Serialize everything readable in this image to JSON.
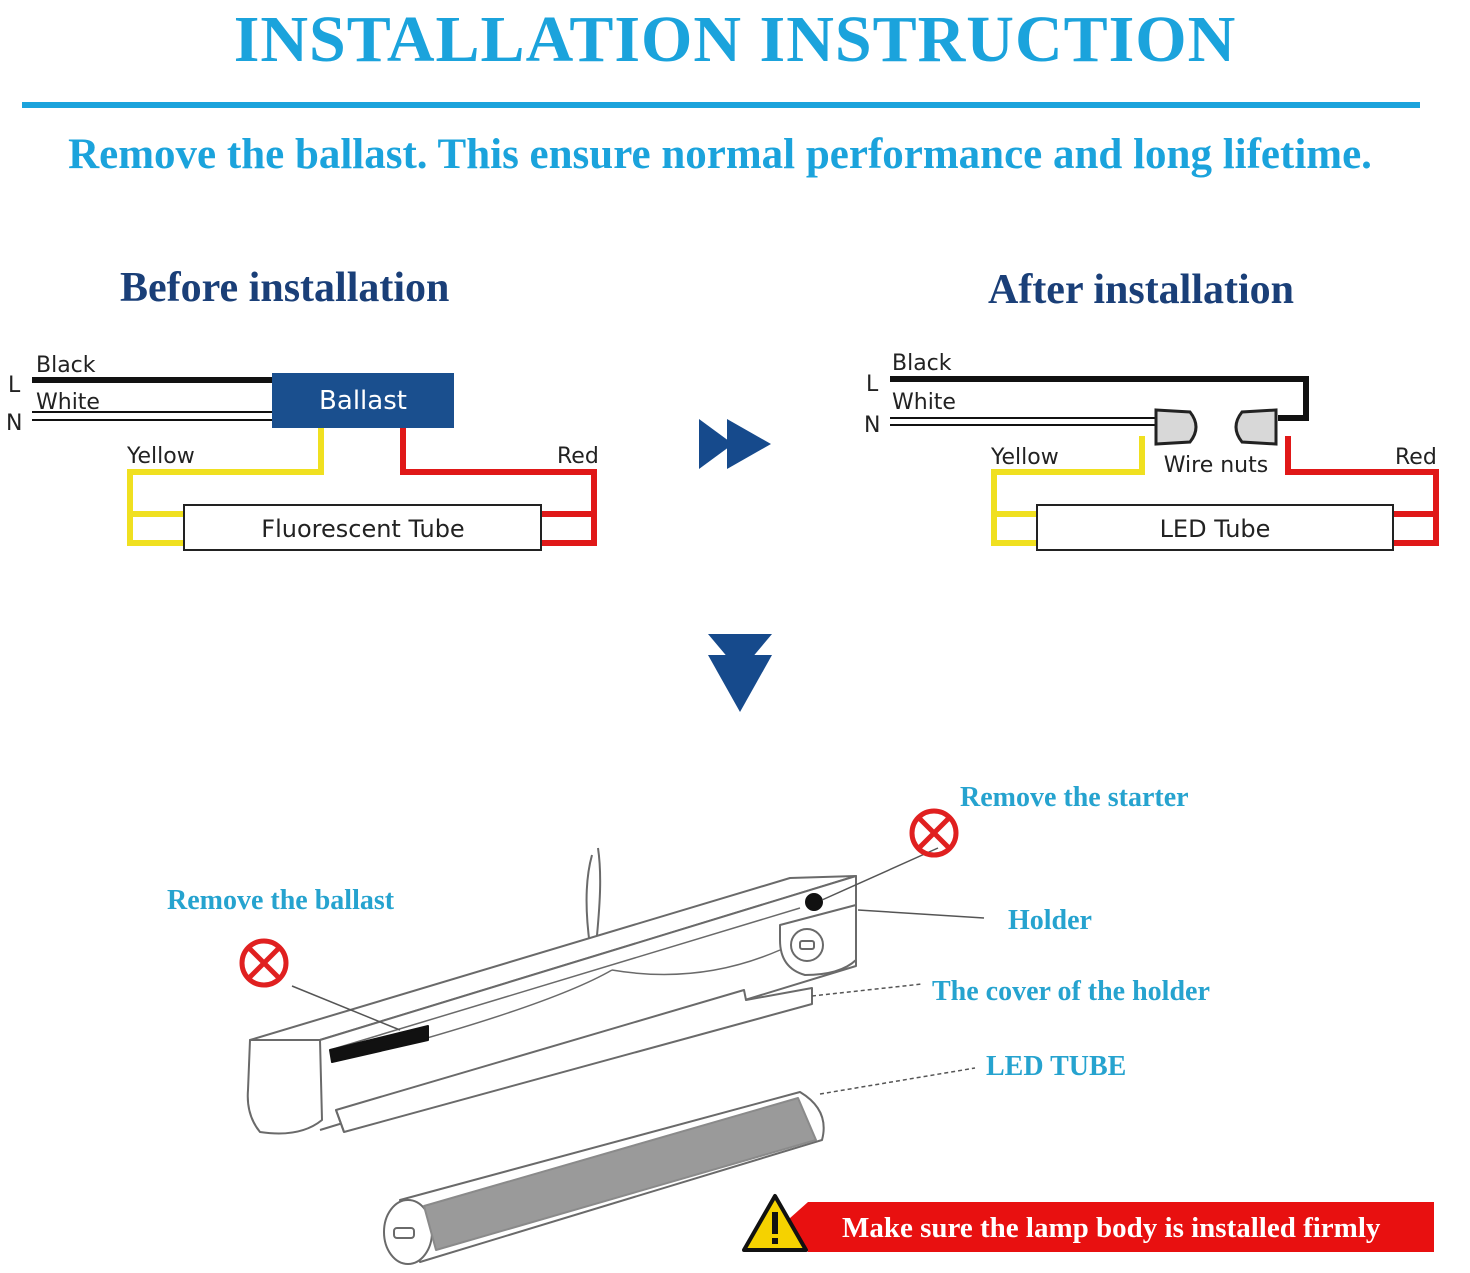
{
  "header": {
    "title": "INSTALLATION INSTRUCTION",
    "subtitle": "Remove the ballast. This ensure normal performance and long lifetime."
  },
  "before": {
    "heading": "Before installation",
    "line_label": "L",
    "neutral_label": "N",
    "black_label": "Black",
    "white_label": "White",
    "ballast_label": "Ballast",
    "yellow_label": "Yellow",
    "red_label": "Red",
    "tube_label": "Fluorescent Tube"
  },
  "after": {
    "heading": "After installation",
    "line_label": "L",
    "neutral_label": "N",
    "black_label": "Black",
    "white_label": "White",
    "yellow_label": "Yellow",
    "wire_nuts_label": "Wire nuts",
    "red_label": "Red",
    "tube_label": "LED Tube"
  },
  "fixture": {
    "remove_starter": "Remove the starter",
    "remove_ballast": "Remove the ballast",
    "holder": "Holder",
    "cover": "The cover of the holder",
    "led_tube": "LED TUBE",
    "warning": "Make sure the lamp body is installed firmly"
  },
  "colors": {
    "accent_cyan": "#1ba3dc",
    "heading_navy": "#1a3f78",
    "ballast_blue": "#1a4f8e",
    "arrow_blue": "#164a8c",
    "wire_yellow": "#f0e020",
    "wire_red": "#e01818",
    "warning_red": "#e81010"
  }
}
